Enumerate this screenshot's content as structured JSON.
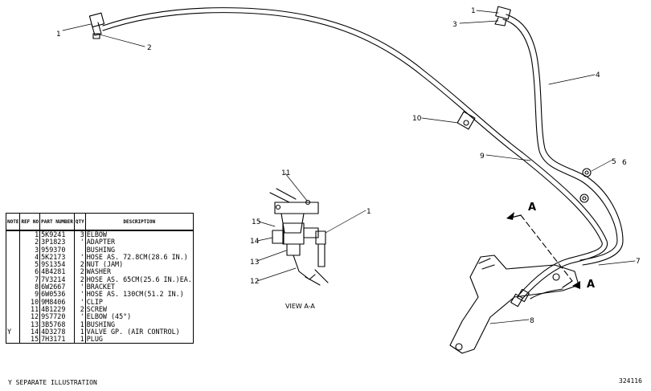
{
  "diagram": {
    "callouts": {
      "c1a": "1",
      "c2a": "2",
      "c1b": "1",
      "c3": "3",
      "c4": "4",
      "c10": "10",
      "c9": "9",
      "c5": "5",
      "c6": "6",
      "c7": "7",
      "c8": "8",
      "c11": "11",
      "c15": "15",
      "c14": "14",
      "c13": "13",
      "c12": "12",
      "c1c": "1"
    },
    "view_letter_top": "A",
    "view_letter_bottom": "A",
    "view_caption": "VIEW A-A"
  },
  "table": {
    "headers": {
      "note": "NOTE",
      "ref": "REF NO",
      "part": "PART NUMBER",
      "qty": "QTY",
      "desc": "DESCRIPTION"
    },
    "rows": [
      {
        "note": "",
        "ref": "1",
        "part": "5K9241",
        "qty": "3",
        "desc": "ELBOW"
      },
      {
        "note": "",
        "ref": "2",
        "part": "3P1823",
        "qty": "'",
        "desc": "ADAPTER"
      },
      {
        "note": "",
        "ref": "3",
        "part": "959370",
        "qty": "",
        "desc": "BUSHING"
      },
      {
        "note": "",
        "ref": "4",
        "part": "5K2173",
        "qty": "'",
        "desc": "HOSE AS. 72.8CM(28.6 IN.)"
      },
      {
        "note": "",
        "ref": "5",
        "part": "9S1354",
        "qty": "2",
        "desc": "NUT (JAM)"
      },
      {
        "note": "",
        "ref": "6",
        "part": "4B4281",
        "qty": "2",
        "desc": "WASHER"
      },
      {
        "note": "",
        "ref": "7",
        "part": "7V3214",
        "qty": "2",
        "desc": "HOSE AS. 65CM(25.6 IN.)EA."
      },
      {
        "note": "",
        "ref": "8",
        "part": "6W2667",
        "qty": "'",
        "desc": "BRACKET"
      },
      {
        "note": "",
        "ref": "9",
        "part": "6W0536",
        "qty": "'",
        "desc": "HOSE AS. 130CM(51.2 IN.)"
      },
      {
        "note": "",
        "ref": "10",
        "part": "9M8406",
        "qty": "'",
        "desc": "CLIP"
      },
      {
        "note": "",
        "ref": "11",
        "part": "4B1229",
        "qty": "2",
        "desc": "SCREW"
      },
      {
        "note": "",
        "ref": "12",
        "part": "9S7720",
        "qty": "'",
        "desc": "ELBOW (45°)"
      },
      {
        "note": "",
        "ref": "13",
        "part": "3B5768",
        "qty": "1",
        "desc": "BUSHING"
      },
      {
        "note": "Y",
        "ref": "14",
        "part": "4D3278",
        "qty": "1",
        "desc": "VALVE GP. (AIR CONTROL)"
      },
      {
        "note": "",
        "ref": "15",
        "part": "7H3171",
        "qty": "1",
        "desc": "PLUG"
      }
    ]
  },
  "footnote": "Y  SEPARATE ILLUSTRATION",
  "illustration_number": "324116"
}
